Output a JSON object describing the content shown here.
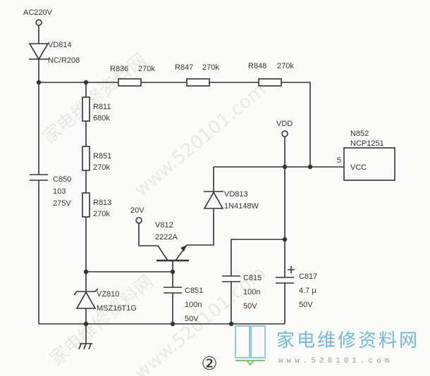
{
  "figure_number": "②",
  "nodes": {
    "ac_input": "AC220V",
    "vdd": "VDD",
    "bias_20v": "20V"
  },
  "components": {
    "vd814": {
      "ref": "VD814",
      "value": "NC/R208"
    },
    "r836": {
      "ref": "R836",
      "value": "270k"
    },
    "r847": {
      "ref": "R847",
      "value": "270k"
    },
    "r848": {
      "ref": "R848",
      "value": "270k"
    },
    "r811": {
      "ref": "R811",
      "value": "680k"
    },
    "r851": {
      "ref": "R851",
      "value": "270k"
    },
    "r813": {
      "ref": "R813",
      "value": "270k"
    },
    "c850": {
      "ref": "C850",
      "value": "103",
      "voltage": "275V"
    },
    "vd813": {
      "ref": "VD813",
      "value": "1N4148W"
    },
    "v812": {
      "ref": "V812",
      "value": "2222A"
    },
    "vz810": {
      "ref": "VZ810",
      "value": "MSZ16T1G"
    },
    "c851": {
      "ref": "C851",
      "value": "100n",
      "voltage": "50V"
    },
    "c815": {
      "ref": "C815",
      "value": "100n",
      "voltage": "50V"
    },
    "c817": {
      "ref": "C817",
      "value": "4.7 μ",
      "voltage": "50V"
    },
    "n852": {
      "ref": "N852",
      "part": "NCP1251",
      "pin_number": "5",
      "pin_name": "VCC"
    }
  },
  "watermark": {
    "site_name": "家电维修资料网",
    "url": "www.520101.com"
  }
}
